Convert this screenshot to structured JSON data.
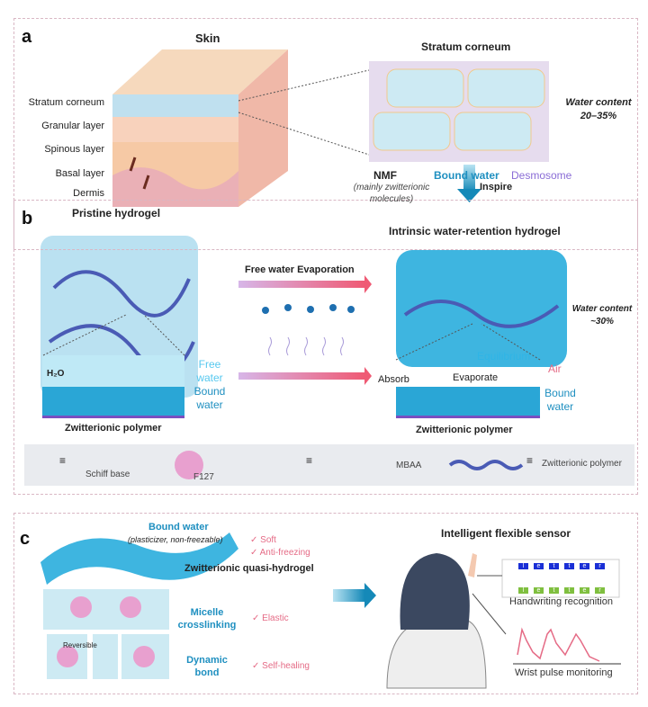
{
  "panel_a": {
    "label": "a",
    "skin_title": "Skin",
    "layers": [
      "Stratum corneum",
      "Granular layer",
      "Spinous layer",
      "Basal layer",
      "Dermis"
    ],
    "sc_title": "Stratum corneum",
    "water_content": [
      "Water content",
      "20–35%"
    ],
    "nmf": "NMF",
    "nmf_note": [
      "(mainly zwitterionic",
      "molecules)"
    ],
    "bound_water": "Bound water",
    "desmosome": "Desmosome"
  },
  "inspire": "Inspire",
  "panel_b": {
    "label": "b",
    "pristine": "Pristine hydrogel",
    "intrinsic": "Intrinsic water-retention hydrogel",
    "evaporation": "Free water Evaporation",
    "water_content": [
      "Water content",
      "~30%"
    ],
    "h2o": "H₂O",
    "free_water": [
      "Free",
      "water"
    ],
    "bound_water": [
      "Bound",
      "water"
    ],
    "zwitterionic_polymer": "Zwitterionic polymer",
    "equilibrium": "Equilibrium",
    "air": "Air",
    "absorb": "Absorb",
    "evaporate": "Evaporate",
    "legend": {
      "equiv": "≡",
      "schiff_base": "Schiff base",
      "f127": "F127",
      "mbaa": "MBAA",
      "zwitterionic_polymer": "Zwitterionic polymer"
    }
  },
  "panel_c": {
    "label": "c",
    "bound_water": "Bound water",
    "bound_note": "(plasticizer, non-freezable)",
    "soft": "✓ Soft",
    "anti_freezing": "✓ Anti-freezing",
    "quasi_hydrogel": "Zwitterionic quasi-hydrogel",
    "micelle": [
      "Micelle",
      "crosslinking"
    ],
    "elastic": "✓ Elastic",
    "dynamic": [
      "Dynamic",
      "bond"
    ],
    "self_healing": "✓ Self-healing",
    "reversible": "Reversible",
    "sensor_title": "Intelligent flexible sensor",
    "letters": [
      "l",
      "e",
      "t",
      "t",
      "e",
      "r"
    ],
    "handwriting": "Handwriting recognition",
    "pulse": "Wrist pulse monitoring"
  },
  "colors": {
    "blue": "#1e8fc0",
    "pink": "#e56b86",
    "purple": "#8a6cd6",
    "border": "#d9b7c4"
  }
}
